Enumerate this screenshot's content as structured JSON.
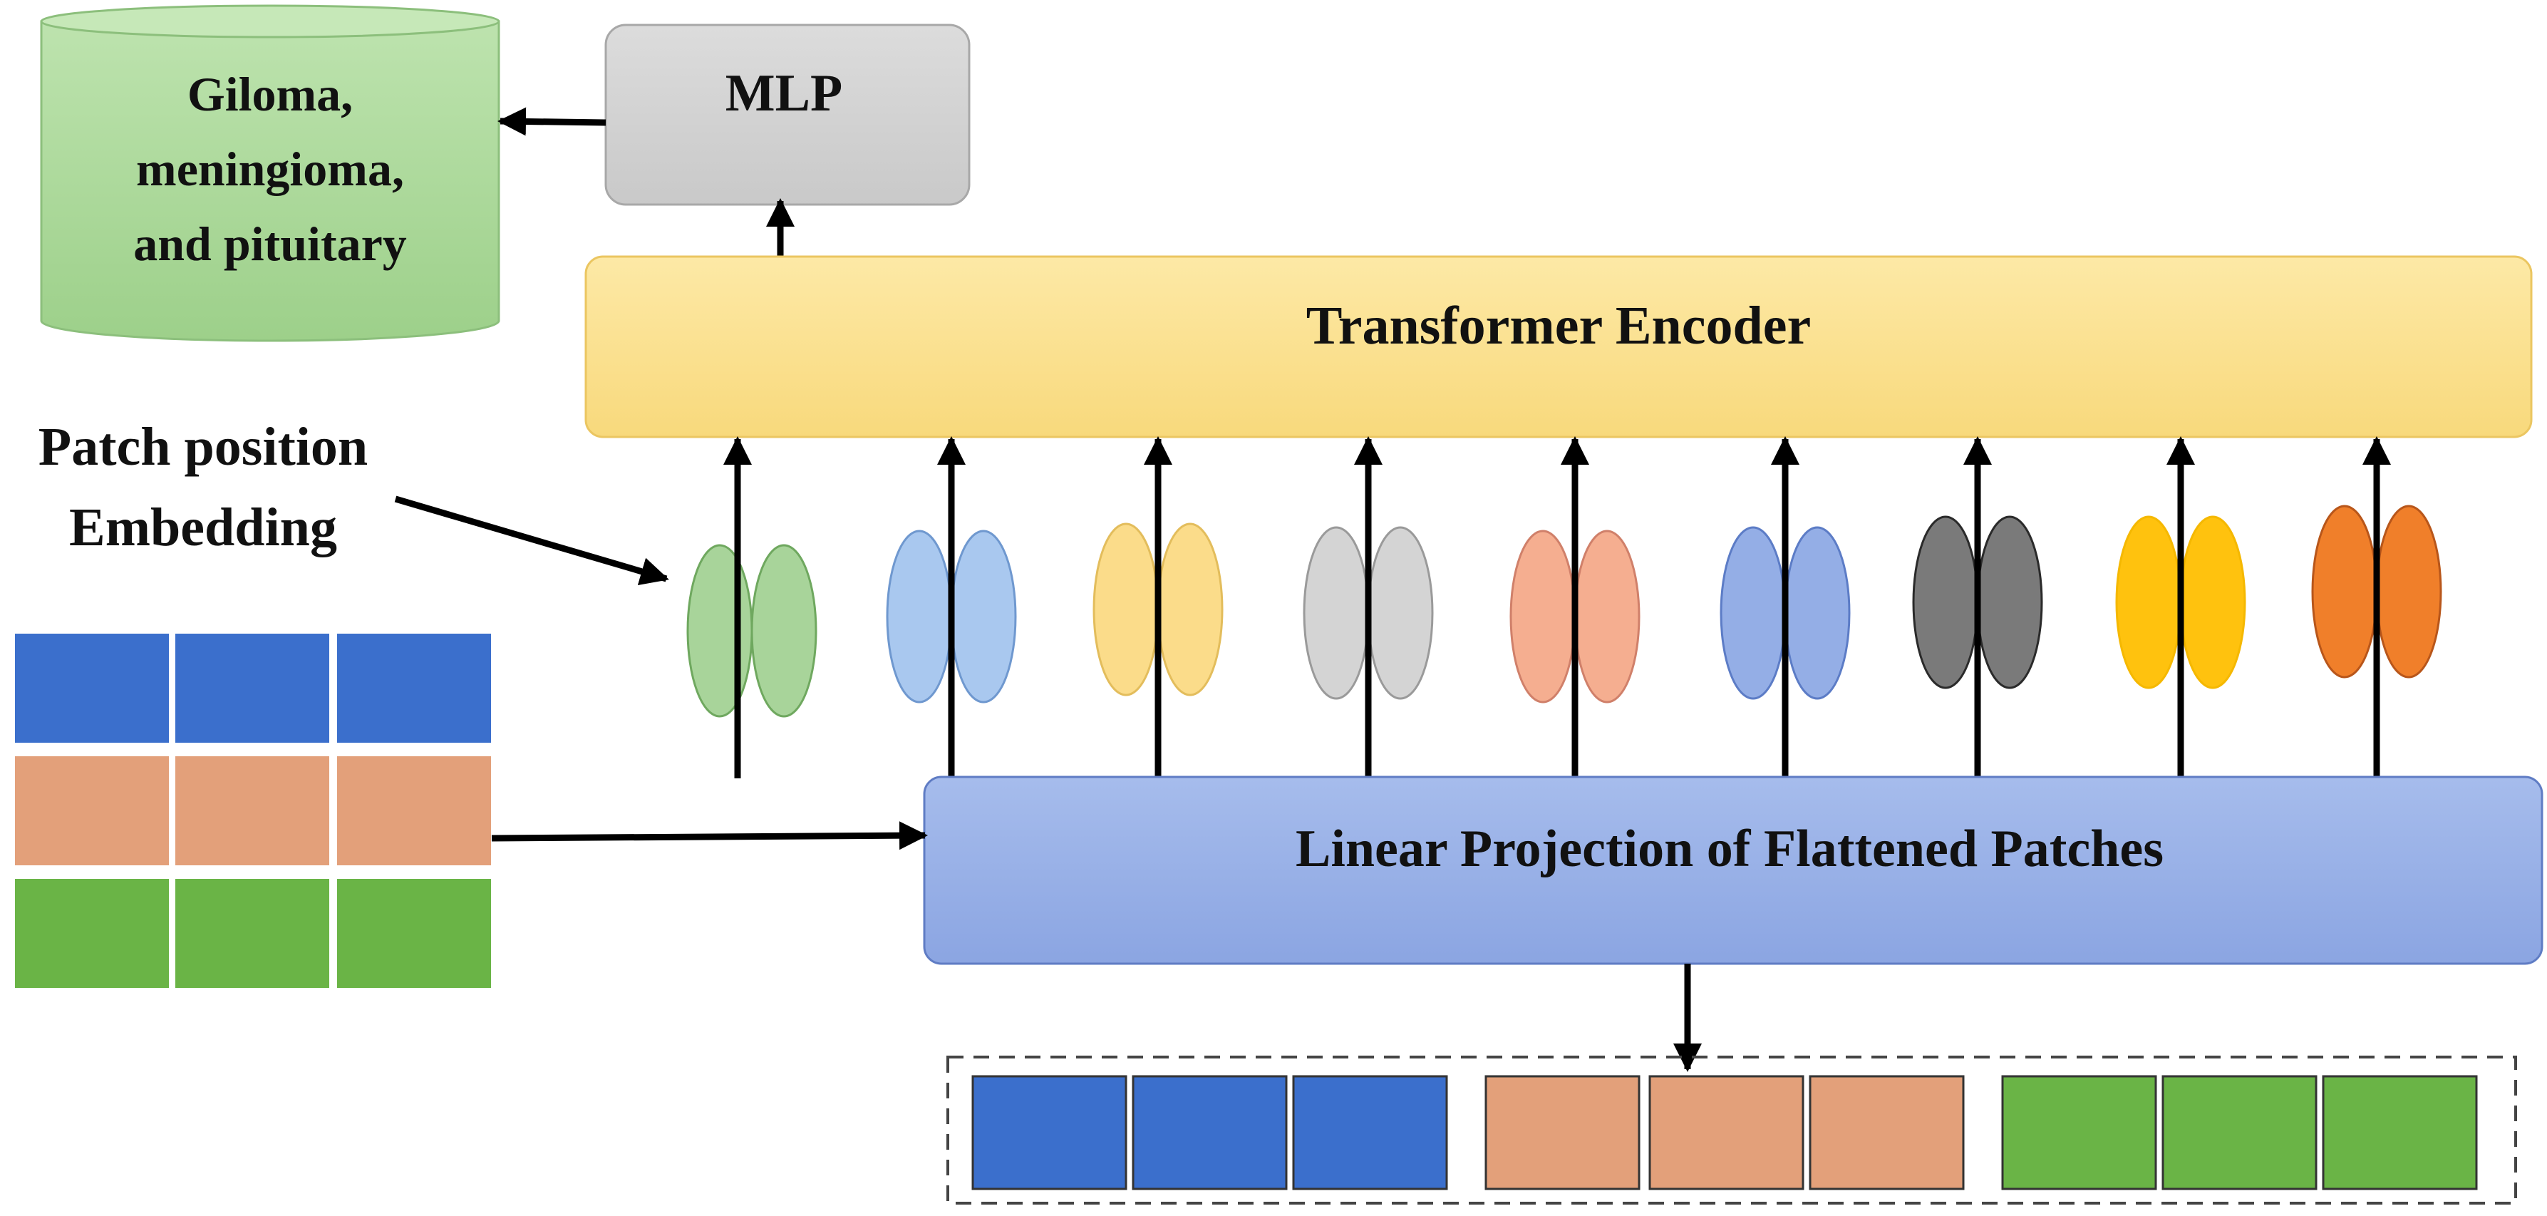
{
  "output_label": {
    "lines": [
      "Giloma,",
      "meningioma,",
      "and pituitary"
    ],
    "color": "#a9d99a"
  },
  "mlp": {
    "label": "MLP",
    "color": "#d2d2d2"
  },
  "encoder": {
    "label": "Transformer Encoder",
    "color": "#fbe196"
  },
  "embedding_label": {
    "lines": [
      "Patch position",
      "Embedding"
    ]
  },
  "projection": {
    "label": "Linear Projection of Flattened Patches",
    "color": "#93abe6"
  },
  "patch_colors": {
    "blue": "#3b6fcc",
    "orange": "#e3a07a",
    "green": "#6ab446"
  },
  "embedding_colors": [
    {
      "fill": "#a8d49a",
      "stroke": "#6fa85f"
    },
    {
      "fill": "#a9c8ef",
      "stroke": "#6f98cf"
    },
    {
      "fill": "#fbdc8a",
      "stroke": "#e3bd5c"
    },
    {
      "fill": "#d4d4d4",
      "stroke": "#9a9a9a"
    },
    {
      "fill": "#f5ae90",
      "stroke": "#d0806a"
    },
    {
      "fill": "#94aee6",
      "stroke": "#5c7cc6"
    },
    {
      "fill": "#7a7a7a",
      "stroke": "#2a2a2a"
    },
    {
      "fill": "#ffc20e",
      "stroke": "#f5b800"
    },
    {
      "fill": "#f07f2a",
      "stroke": "#b8561a"
    }
  ]
}
